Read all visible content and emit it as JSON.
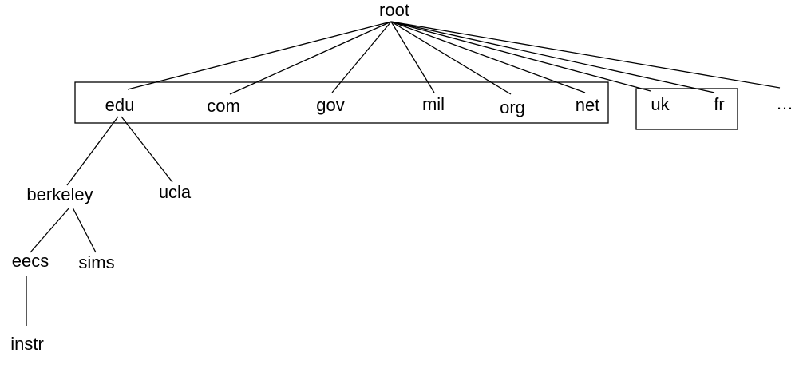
{
  "tree": {
    "root": "root",
    "top_level_domains": {
      "generic": [
        "edu",
        "com",
        "gov",
        "mil",
        "org",
        "net"
      ],
      "country": [
        "uk",
        "fr"
      ],
      "more": "…"
    },
    "edu_children": [
      "berkeley",
      "ucla"
    ],
    "berkeley_children": [
      "eecs",
      "sims"
    ],
    "eecs_children": [
      "instr"
    ]
  },
  "colors": {
    "line": "#000000",
    "text": "#000000",
    "background": "#ffffff"
  }
}
